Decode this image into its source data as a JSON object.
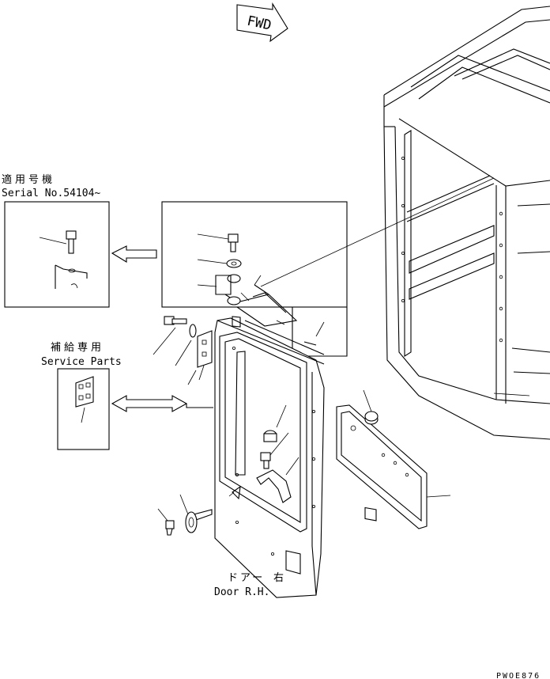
{
  "fwd_label": "FWD",
  "serial_block": {
    "title": "適用号機",
    "serial": "Serial No.54104~"
  },
  "service_block": {
    "title": "補給専用",
    "subtitle": "Service Parts"
  },
  "door_caption": {
    "jp": "ドアー 右",
    "en": "Door R.H."
  },
  "drawing_code": "PWOE876"
}
